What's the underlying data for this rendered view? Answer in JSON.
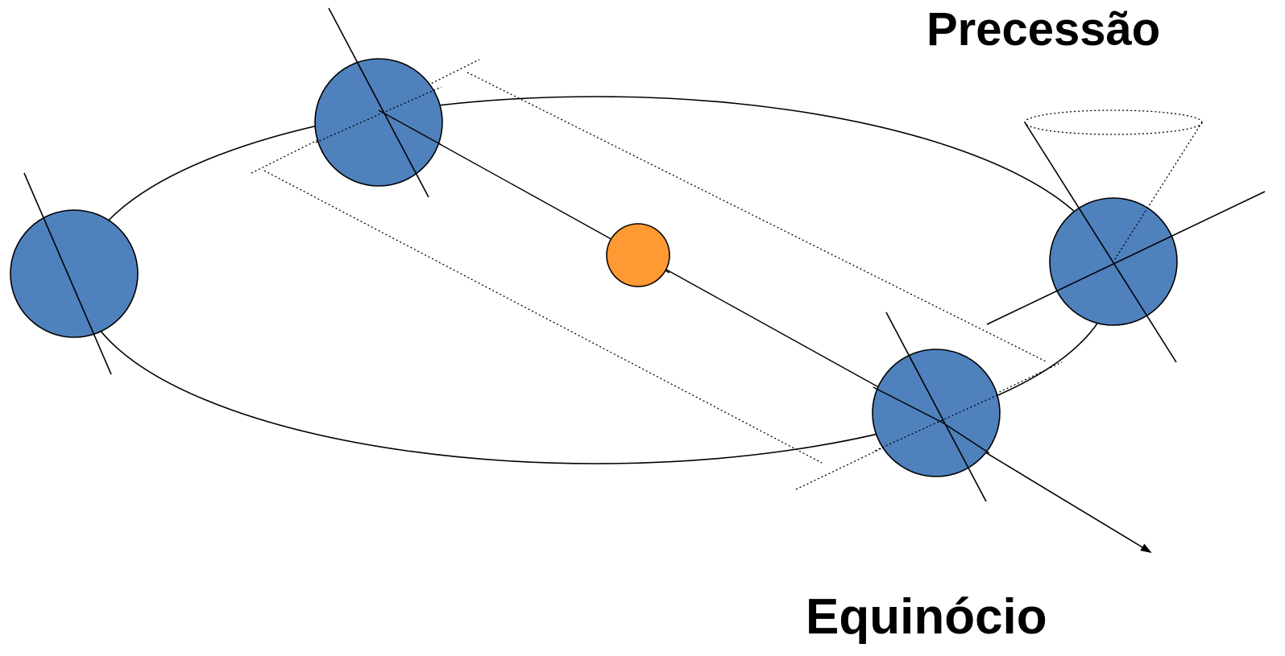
{
  "labels": {
    "precession": "Precessão",
    "equinox": "Equinócio"
  },
  "colors": {
    "earth_fill": "#4F81BD",
    "sun_fill": "#FF9933",
    "line": "#000000",
    "background": "#FFFFFF"
  },
  "diagram": {
    "subject": "Earth orbit around the Sun with axial tilt, precession cone and equinox direction",
    "bodies": [
      {
        "name": "sun-icon",
        "kind": "sun"
      },
      {
        "name": "earth-left-icon",
        "kind": "earth"
      },
      {
        "name": "earth-top-icon",
        "kind": "earth"
      },
      {
        "name": "earth-bottom-icon",
        "kind": "earth"
      },
      {
        "name": "earth-right-icon",
        "kind": "earth"
      }
    ]
  }
}
